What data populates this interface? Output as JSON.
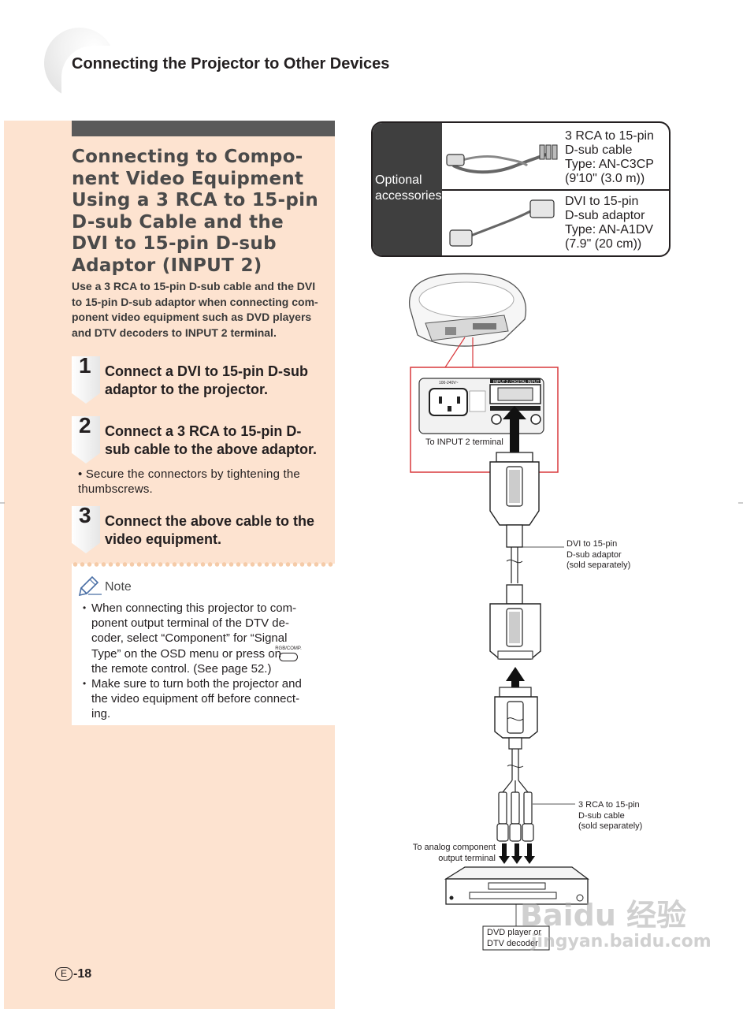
{
  "header": {
    "title": "Connecting the Projector to Other Devices"
  },
  "section": {
    "heading": "Connecting to Compo-\nnent Video Equipment\nUsing a 3 RCA to 15-pin\nD-sub Cable and the\nDVI to 15-pin D-sub\nAdaptor (INPUT 2)",
    "intro": "Use a 3 RCA to 15-pin D-sub cable and the DVI\nto 15-pin D-sub adaptor when connecting  com-\nponent video equipment such as DVD players\nand DTV decoders to INPUT 2 terminal."
  },
  "steps": [
    {
      "number": "1",
      "text": "Connect a DVI to 15-pin D-sub\nadaptor to the projector."
    },
    {
      "number": "2",
      "text": "Connect a 3 RCA to 15-pin D-\nsub cable to the above adaptor."
    },
    {
      "number": "3",
      "text": "Connect the above cable to the\nvideo equipment."
    }
  ],
  "step2_bullet": "• Secure the connectors by tightening the\n  thumbscrews.",
  "note": {
    "label": "Note",
    "items": [
      "When connecting this projector to com-\nponent output terminal of the DTV de-\ncoder, select “Component” for “Signal\nType” on the OSD menu or press       on\nthe remote control. (See page 52.)",
      "Make sure to turn both the projector and\nthe video equipment off before connect-\ning."
    ],
    "button_label": "RGB/COMP."
  },
  "page_number": {
    "prefix": "E",
    "number": "-18"
  },
  "accessories": {
    "label": "Optional\naccessories",
    "items": [
      {
        "text": "3 RCA to 15-pin\nD-sub cable\nType: AN-C3CP\n(9'10\" (3.0 m))"
      },
      {
        "text": "DVI to 15-pin\nD-sub adaptor\nType: AN-A1DV\n(7.9\" (20 cm))"
      }
    ]
  },
  "diagram": {
    "to_input2": "To INPUT 2 terminal",
    "dvi_adaptor": "DVI to 15-pin\nD-sub adaptor\n(sold separately)",
    "rca_cable": "3 RCA to 15-pin\nD-sub cable\n(sold separately)",
    "to_analog": "To analog component\noutput terminal",
    "dvd": "DVD player or\nDTV decoder",
    "panel_ac_label": "100-240V~",
    "panel_input_label": "INPUT 2 / DIGITAL INPUT 2"
  },
  "watermark": {
    "line1": "Baidu 经验",
    "line2": "jingyan.baidu.com"
  }
}
